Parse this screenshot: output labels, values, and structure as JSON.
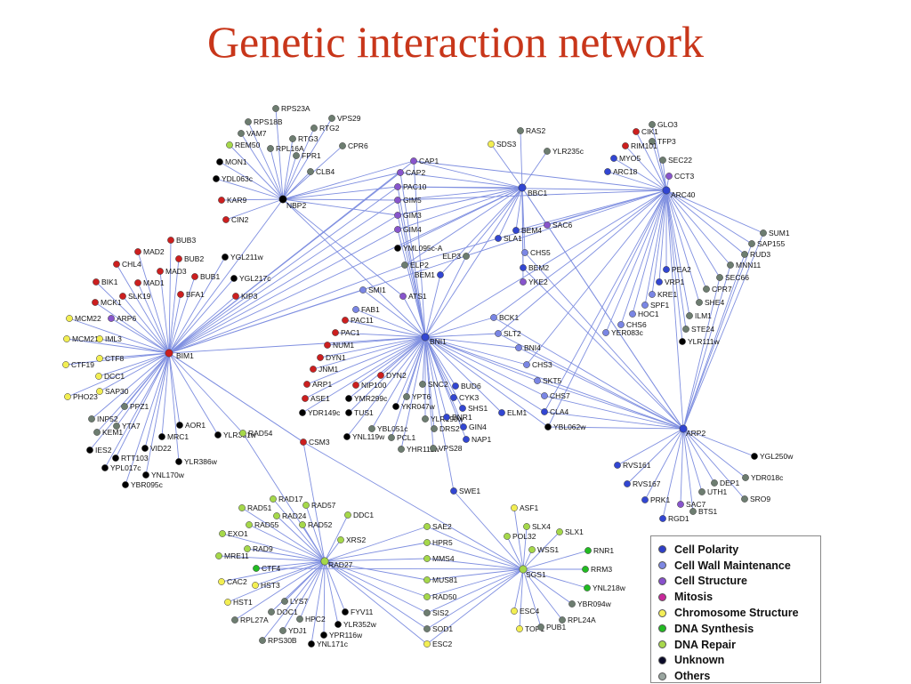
{
  "title": "Genetic interaction network",
  "colors": {
    "edge": "#7f8fe0",
    "hub": "#000000",
    "polarity": "#3246d2",
    "wall": "#7a86e4",
    "structure": "#8855cc",
    "mitosis": "#cc1f1f",
    "chromosome": "#f2ee52",
    "synthesis": "#22bb22",
    "repair": "#a5d84a",
    "unknown": "#000000",
    "others": "#6d7d70"
  },
  "legend": [
    {
      "label": "Cell Polarity",
      "color": "#2e3fc8"
    },
    {
      "label": "Cell Wall Maintenance",
      "color": "#7e88e2"
    },
    {
      "label": "Cell Structure",
      "color": "#8850cc"
    },
    {
      "label": "Mitosis",
      "color": "#c8289a"
    },
    {
      "label": "Chromosome Structure",
      "color": "#f4ee58"
    },
    {
      "label": "DNA Synthesis",
      "color": "#22bb22"
    },
    {
      "label": "DNA Repair",
      "color": "#a8d84c"
    },
    {
      "label": "Unknown",
      "color": "#0a0a28"
    },
    {
      "label": "Others",
      "color": "#9aa6a0"
    }
  ],
  "diagram": {
    "hubs": [
      "NBP2",
      "BBC1",
      "ARC40",
      "BIM1",
      "BNI1",
      "ARP2",
      "RAD27",
      "SGS1"
    ],
    "nodes": [
      {
        "label": "RPS23A",
        "cat": "others",
        "hub": "NBP2"
      },
      {
        "label": "VPS29",
        "cat": "others",
        "hub": "NBP2"
      },
      {
        "label": "RPS18B",
        "cat": "others",
        "hub": "NBP2"
      },
      {
        "label": "RTG2",
        "cat": "others",
        "hub": "NBP2"
      },
      {
        "label": "VAM7",
        "cat": "others",
        "hub": "NBP2"
      },
      {
        "label": "RTG3",
        "cat": "others",
        "hub": "NBP2"
      },
      {
        "label": "CPR6",
        "cat": "others",
        "hub": "NBP2"
      },
      {
        "label": "REM50",
        "cat": "repair",
        "hub": "NBP2"
      },
      {
        "label": "RPL16A",
        "cat": "others",
        "hub": "NBP2"
      },
      {
        "label": "FPR1",
        "cat": "others",
        "hub": "NBP2"
      },
      {
        "label": "MON1",
        "cat": "unknown",
        "hub": "NBP2"
      },
      {
        "label": "CLB4",
        "cat": "others",
        "hub": "NBP2"
      },
      {
        "label": "YDL063c",
        "cat": "unknown",
        "hub": "NBP2"
      },
      {
        "label": "KAR9",
        "cat": "mitosis",
        "hub": "NBP2"
      },
      {
        "label": "CIN2",
        "cat": "mitosis",
        "hub": "NBP2"
      },
      {
        "label": "RAS2",
        "cat": "others",
        "hub": "BBC1"
      },
      {
        "label": "SDS3",
        "cat": "chromosome",
        "hub": "BBC1"
      },
      {
        "label": "YLR235c",
        "cat": "others",
        "hub": "BBC1"
      },
      {
        "label": "CAP1",
        "cat": "structure",
        "hub": "BBC1"
      },
      {
        "label": "CAP2",
        "cat": "structure",
        "hub": "BBC1"
      },
      {
        "label": "PAC10",
        "cat": "structure",
        "hub": "BBC1"
      },
      {
        "label": "GIM5",
        "cat": "structure",
        "hub": "BBC1"
      },
      {
        "label": "GIM3",
        "cat": "structure",
        "hub": "BBC1"
      },
      {
        "label": "GIM4",
        "cat": "structure",
        "hub": "BBC1"
      },
      {
        "label": "YML095c-A",
        "cat": "unknown",
        "hub": "BBC1"
      },
      {
        "label": "ELP2",
        "cat": "others",
        "hub": "BBC1"
      },
      {
        "label": "ELP3",
        "cat": "others",
        "hub": "BBC1"
      },
      {
        "label": "BEM1",
        "cat": "polarity",
        "hub": "BBC1"
      },
      {
        "label": "BEM4",
        "cat": "polarity",
        "hub": "BBC1"
      },
      {
        "label": "SLA1",
        "cat": "polarity",
        "hub": "BBC1"
      },
      {
        "label": "SAC6",
        "cat": "structure",
        "hub": "BBC1"
      },
      {
        "label": "CHS5",
        "cat": "wall",
        "hub": "BBC1"
      },
      {
        "label": "BEM2",
        "cat": "polarity",
        "hub": "BBC1"
      },
      {
        "label": "YKE2",
        "cat": "structure",
        "hub": "BBC1"
      },
      {
        "label": "GLO3",
        "cat": "others",
        "hub": "ARC40"
      },
      {
        "label": "CIK1",
        "cat": "mitosis",
        "hub": "ARC40"
      },
      {
        "label": "TFP3",
        "cat": "others",
        "hub": "ARC40"
      },
      {
        "label": "RIM101",
        "cat": "mitosis",
        "hub": "ARC40"
      },
      {
        "label": "MYO5",
        "cat": "polarity",
        "hub": "ARC40"
      },
      {
        "label": "SEC22",
        "cat": "others",
        "hub": "ARC40"
      },
      {
        "label": "ARC18",
        "cat": "polarity",
        "hub": "ARC40"
      },
      {
        "label": "CCT3",
        "cat": "structure",
        "hub": "ARC40"
      },
      {
        "label": "SUM1",
        "cat": "others",
        "hub": "ARC40"
      },
      {
        "label": "SAP155",
        "cat": "others",
        "hub": "ARC40"
      },
      {
        "label": "RUD3",
        "cat": "others",
        "hub": "ARC40"
      },
      {
        "label": "MNN11",
        "cat": "others",
        "hub": "ARC40"
      },
      {
        "label": "SEC66",
        "cat": "others",
        "hub": "ARC40"
      },
      {
        "label": "PEA2",
        "cat": "polarity",
        "hub": "ARC40"
      },
      {
        "label": "VRP1",
        "cat": "polarity",
        "hub": "ARC40"
      },
      {
        "label": "KRE1",
        "cat": "wall",
        "hub": "ARC40"
      },
      {
        "label": "SPF1",
        "cat": "wall",
        "hub": "ARC40"
      },
      {
        "label": "HOC1",
        "cat": "wall",
        "hub": "ARC40"
      },
      {
        "label": "CHS6",
        "cat": "wall",
        "hub": "ARC40"
      },
      {
        "label": "YER083c",
        "cat": "wall",
        "hub": "ARC40"
      },
      {
        "label": "CPR7",
        "cat": "others",
        "hub": "ARC40"
      },
      {
        "label": "SHE4",
        "cat": "others",
        "hub": "ARC40"
      },
      {
        "label": "ILM1",
        "cat": "others",
        "hub": "ARC40"
      },
      {
        "label": "STE24",
        "cat": "others",
        "hub": "ARC40"
      },
      {
        "label": "YLR111w",
        "cat": "unknown",
        "hub": "ARC40"
      },
      {
        "label": "BUB3",
        "cat": "mitosis",
        "hub": "BIM1"
      },
      {
        "label": "MAD2",
        "cat": "mitosis",
        "hub": "BIM1"
      },
      {
        "label": "BUB2",
        "cat": "mitosis",
        "hub": "BIM1"
      },
      {
        "label": "CHL4",
        "cat": "mitosis",
        "hub": "BIM1"
      },
      {
        "label": "MAD3",
        "cat": "mitosis",
        "hub": "BIM1"
      },
      {
        "label": "YGL211w",
        "cat": "unknown",
        "hub": "BIM1"
      },
      {
        "label": "BIK1",
        "cat": "mitosis",
        "hub": "BIM1"
      },
      {
        "label": "MAD1",
        "cat": "mitosis",
        "hub": "BIM1"
      },
      {
        "label": "BUB1",
        "cat": "mitosis",
        "hub": "BIM1"
      },
      {
        "label": "YGL217c",
        "cat": "unknown",
        "hub": "BIM1"
      },
      {
        "label": "SLK19",
        "cat": "mitosis",
        "hub": "BIM1"
      },
      {
        "label": "BFA1",
        "cat": "mitosis",
        "hub": "BIM1"
      },
      {
        "label": "KIP3",
        "cat": "mitosis",
        "hub": "BIM1"
      },
      {
        "label": "MCK1",
        "cat": "mitosis",
        "hub": "BIM1"
      },
      {
        "label": "MCM22",
        "cat": "chromosome",
        "hub": "BIM1"
      },
      {
        "label": "ARP6",
        "cat": "structure",
        "hub": "BIM1"
      },
      {
        "label": "MCM21",
        "cat": "chromosome",
        "hub": "BIM1"
      },
      {
        "label": "IML3",
        "cat": "chromosome",
        "hub": "BIM1"
      },
      {
        "label": "CTF8",
        "cat": "chromosome",
        "hub": "BIM1"
      },
      {
        "label": "CTF19",
        "cat": "chromosome",
        "hub": "BIM1"
      },
      {
        "label": "DCC1",
        "cat": "chromosome",
        "hub": "BIM1"
      },
      {
        "label": "SAP30",
        "cat": "chromosome",
        "hub": "BIM1"
      },
      {
        "label": "PHO23",
        "cat": "chromosome",
        "hub": "BIM1"
      },
      {
        "label": "PPZ1",
        "cat": "others",
        "hub": "BIM1"
      },
      {
        "label": "INP52",
        "cat": "others",
        "hub": "BIM1"
      },
      {
        "label": "YTA7",
        "cat": "others",
        "hub": "BIM1"
      },
      {
        "label": "AOR1",
        "cat": "unknown",
        "hub": "BIM1"
      },
      {
        "label": "KEM1",
        "cat": "others",
        "hub": "BIM1"
      },
      {
        "label": "MRC1",
        "cat": "unknown",
        "hub": "BIM1"
      },
      {
        "label": "YLR381w",
        "cat": "unknown",
        "hub": "BIM1"
      },
      {
        "label": "IES2",
        "cat": "unknown",
        "hub": "BIM1"
      },
      {
        "label": "VID22",
        "cat": "unknown",
        "hub": "BIM1"
      },
      {
        "label": "RTT103",
        "cat": "unknown",
        "hub": "BIM1"
      },
      {
        "label": "YLR386w",
        "cat": "unknown",
        "hub": "BIM1"
      },
      {
        "label": "YPL017c",
        "cat": "unknown",
        "hub": "BIM1"
      },
      {
        "label": "YNL170w",
        "cat": "unknown",
        "hub": "BIM1"
      },
      {
        "label": "YBR095c",
        "cat": "unknown",
        "hub": "BIM1"
      },
      {
        "label": "SMI1",
        "cat": "wall",
        "hub": "BNI1"
      },
      {
        "label": "FAB1",
        "cat": "wall",
        "hub": "BNI1"
      },
      {
        "label": "ATS1",
        "cat": "structure",
        "hub": "BNI1"
      },
      {
        "label": "PAC11",
        "cat": "mitosis",
        "hub": "BNI1"
      },
      {
        "label": "PAC1",
        "cat": "mitosis",
        "hub": "BNI1"
      },
      {
        "label": "NUM1",
        "cat": "mitosis",
        "hub": "BNI1"
      },
      {
        "label": "DYN1",
        "cat": "mitosis",
        "hub": "BNI1"
      },
      {
        "label": "JNM1",
        "cat": "mitosis",
        "hub": "BNI1"
      },
      {
        "label": "DYN2",
        "cat": "mitosis",
        "hub": "BNI1"
      },
      {
        "label": "ARP1",
        "cat": "mitosis",
        "hub": "BNI1"
      },
      {
        "label": "NIP100",
        "cat": "mitosis",
        "hub": "BNI1"
      },
      {
        "label": "ASE1",
        "cat": "mitosis",
        "hub": "BNI1"
      },
      {
        "label": "YMR299c",
        "cat": "unknown",
        "hub": "BNI1"
      },
      {
        "label": "YDR149c",
        "cat": "unknown",
        "hub": "BNI1"
      },
      {
        "label": "TUS1",
        "cat": "unknown",
        "hub": "BNI1"
      },
      {
        "label": "SNC2",
        "cat": "others",
        "hub": "BNI1"
      },
      {
        "label": "YPT6",
        "cat": "others",
        "hub": "BNI1"
      },
      {
        "label": "YKR047w",
        "cat": "unknown",
        "hub": "BNI1"
      },
      {
        "label": "YBL051c",
        "cat": "others",
        "hub": "BNI1"
      },
      {
        "label": "YNL119w",
        "cat": "unknown",
        "hub": "BNI1"
      },
      {
        "label": "YLR190w",
        "cat": "others",
        "hub": "BNI1"
      },
      {
        "label": "PCL1",
        "cat": "others",
        "hub": "BNI1"
      },
      {
        "label": "YHR111w",
        "cat": "others",
        "hub": "BNI1"
      },
      {
        "label": "DRS2",
        "cat": "others",
        "hub": "BNI1"
      },
      {
        "label": "VPS28",
        "cat": "others",
        "hub": "BNI1"
      },
      {
        "label": "BUD6",
        "cat": "polarity",
        "hub": "BNI1"
      },
      {
        "label": "CYK3",
        "cat": "polarity",
        "hub": "BNI1"
      },
      {
        "label": "SHS1",
        "cat": "polarity",
        "hub": "BNI1"
      },
      {
        "label": "BNR1",
        "cat": "polarity",
        "hub": "BNI1"
      },
      {
        "label": "ELM1",
        "cat": "polarity",
        "hub": "BNI1"
      },
      {
        "label": "GIN4",
        "cat": "polarity",
        "hub": "BNI1"
      },
      {
        "label": "NAP1",
        "cat": "polarity",
        "hub": "BNI1"
      },
      {
        "label": "BCK1",
        "cat": "wall",
        "hub": "BNI1"
      },
      {
        "label": "SLT2",
        "cat": "wall",
        "hub": "BNI1"
      },
      {
        "label": "BNI4",
        "cat": "wall",
        "hub": "BNI1"
      },
      {
        "label": "CHS3",
        "cat": "wall",
        "hub": "BNI1"
      },
      {
        "label": "SKT5",
        "cat": "wall",
        "hub": "BNI1"
      },
      {
        "label": "CHS7",
        "cat": "wall",
        "hub": "BNI1"
      },
      {
        "label": "CLA4",
        "cat": "polarity",
        "hub": "BNI1"
      },
      {
        "label": "YBL062w",
        "cat": "unknown",
        "hub": "BNI1"
      },
      {
        "label": "YGL250w",
        "cat": "unknown",
        "hub": "ARP2"
      },
      {
        "label": "YDR018c",
        "cat": "others",
        "hub": "ARP2"
      },
      {
        "label": "RVS161",
        "cat": "polarity",
        "hub": "ARP2"
      },
      {
        "label": "DEP1",
        "cat": "others",
        "hub": "ARP2"
      },
      {
        "label": "RVS167",
        "cat": "polarity",
        "hub": "ARP2"
      },
      {
        "label": "UTH1",
        "cat": "others",
        "hub": "ARP2"
      },
      {
        "label": "SRO9",
        "cat": "others",
        "hub": "ARP2"
      },
      {
        "label": "PRK1",
        "cat": "polarity",
        "hub": "ARP2"
      },
      {
        "label": "SAC7",
        "cat": "structure",
        "hub": "ARP2"
      },
      {
        "label": "BTS1",
        "cat": "others",
        "hub": "ARP2"
      },
      {
        "label": "RGD1",
        "cat": "polarity",
        "hub": "ARP2"
      },
      {
        "label": "RAD54",
        "cat": "repair",
        "hub": "BIM1"
      },
      {
        "label": "CSM3",
        "cat": "mitosis",
        "hub": "BIM1"
      },
      {
        "label": "SWE1",
        "cat": "polarity",
        "hub": "BNI1"
      },
      {
        "label": "RAD17",
        "cat": "repair",
        "hub": "RAD27"
      },
      {
        "label": "RAD57",
        "cat": "repair",
        "hub": "RAD27"
      },
      {
        "label": "RAD51",
        "cat": "repair",
        "hub": "RAD27"
      },
      {
        "label": "RAD24",
        "cat": "repair",
        "hub": "RAD27"
      },
      {
        "label": "DDC1",
        "cat": "repair",
        "hub": "RAD27"
      },
      {
        "label": "RAD55",
        "cat": "repair",
        "hub": "RAD27"
      },
      {
        "label": "RAD52",
        "cat": "repair",
        "hub": "RAD27"
      },
      {
        "label": "EXO1",
        "cat": "repair",
        "hub": "RAD27"
      },
      {
        "label": "XRS2",
        "cat": "repair",
        "hub": "RAD27"
      },
      {
        "label": "RAD9",
        "cat": "repair",
        "hub": "RAD27"
      },
      {
        "label": "MRE11",
        "cat": "repair",
        "hub": "RAD27"
      },
      {
        "label": "CTF4",
        "cat": "synthesis",
        "hub": "RAD27"
      },
      {
        "label": "CAC2",
        "cat": "chromosome",
        "hub": "RAD27"
      },
      {
        "label": "HST3",
        "cat": "chromosome",
        "hub": "RAD27"
      },
      {
        "label": "HST1",
        "cat": "chromosome",
        "hub": "RAD27"
      },
      {
        "label": "LYS7",
        "cat": "others",
        "hub": "RAD27"
      },
      {
        "label": "DOC1",
        "cat": "others",
        "hub": "RAD27"
      },
      {
        "label": "FYV11",
        "cat": "unknown",
        "hub": "RAD27"
      },
      {
        "label": "RPL27A",
        "cat": "others",
        "hub": "RAD27"
      },
      {
        "label": "HPC2",
        "cat": "others",
        "hub": "RAD27"
      },
      {
        "label": "YLR352w",
        "cat": "unknown",
        "hub": "RAD27"
      },
      {
        "label": "YDJ1",
        "cat": "others",
        "hub": "RAD27"
      },
      {
        "label": "YPR116w",
        "cat": "unknown",
        "hub": "RAD27"
      },
      {
        "label": "RPS30B",
        "cat": "others",
        "hub": "RAD27"
      },
      {
        "label": "YNL171c",
        "cat": "unknown",
        "hub": "RAD27"
      },
      {
        "label": "SAE2",
        "cat": "repair",
        "hub": "RAD27"
      },
      {
        "label": "HPR5",
        "cat": "repair",
        "hub": "RAD27"
      },
      {
        "label": "MMS4",
        "cat": "repair",
        "hub": "RAD27"
      },
      {
        "label": "MUS81",
        "cat": "repair",
        "hub": "RAD27"
      },
      {
        "label": "RAD50",
        "cat": "repair",
        "hub": "RAD27"
      },
      {
        "label": "SIS2",
        "cat": "others",
        "hub": "RAD27"
      },
      {
        "label": "SOD1",
        "cat": "others",
        "hub": "RAD27"
      },
      {
        "label": "ESC2",
        "cat": "chromosome",
        "hub": "RAD27"
      },
      {
        "label": "ASF1",
        "cat": "chromosome",
        "hub": "SGS1"
      },
      {
        "label": "SLX4",
        "cat": "repair",
        "hub": "SGS1"
      },
      {
        "label": "SLX1",
        "cat": "repair",
        "hub": "SGS1"
      },
      {
        "label": "POL32",
        "cat": "repair",
        "hub": "SGS1"
      },
      {
        "label": "WSS1",
        "cat": "repair",
        "hub": "SGS1"
      },
      {
        "label": "RNR1",
        "cat": "synthesis",
        "hub": "SGS1"
      },
      {
        "label": "RRM3",
        "cat": "synthesis",
        "hub": "SGS1"
      },
      {
        "label": "YNL218w",
        "cat": "synthesis",
        "hub": "SGS1"
      },
      {
        "label": "YBR094w",
        "cat": "others",
        "hub": "SGS1"
      },
      {
        "label": "ESC4",
        "cat": "chromosome",
        "hub": "SGS1"
      },
      {
        "label": "RPL24A",
        "cat": "others",
        "hub": "SGS1"
      },
      {
        "label": "TOP1",
        "cat": "chromosome",
        "hub": "SGS1"
      },
      {
        "label": "PUB1",
        "cat": "others",
        "hub": "SGS1"
      }
    ]
  }
}
